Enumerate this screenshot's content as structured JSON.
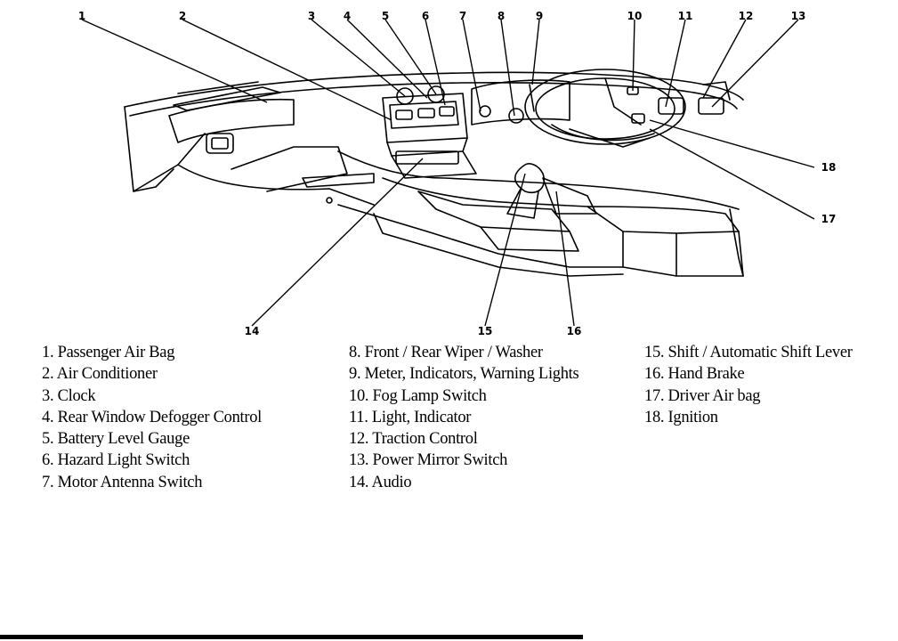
{
  "callouts": {
    "n1": "1",
    "n2": "2",
    "n3": "3",
    "n4": "4",
    "n5": "5",
    "n6": "6",
    "n7": "7",
    "n8": "8",
    "n9": "9",
    "n10": "10",
    "n11": "11",
    "n12": "12",
    "n13": "13",
    "n14": "14",
    "n15": "15",
    "n16": "16",
    "n17": "17",
    "n18": "18"
  },
  "legend": {
    "col1": [
      "1. Passenger Air Bag",
      "2. Air Conditioner",
      "3. Clock",
      "4. Rear Window Defogger Control",
      "5. Battery Level Gauge",
      "6. Hazard Light Switch",
      "7. Motor Antenna Switch"
    ],
    "col2": [
      "8. Front / Rear Wiper / Washer",
      "9. Meter, Indicators, Warning Lights",
      "10. Fog Lamp Switch",
      "11. Light, Indicator",
      "12. Traction Control",
      "13. Power Mirror Switch",
      "14. Audio"
    ],
    "col3": [
      "15. Shift / Automatic Shift Lever",
      "16. Hand Brake",
      "17. Driver Air bag",
      "18. Ignition"
    ]
  }
}
